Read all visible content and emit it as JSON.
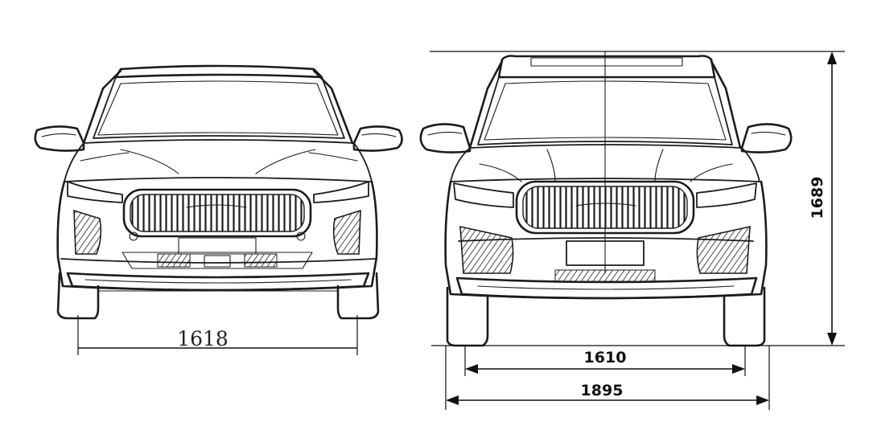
{
  "dimensions": {
    "front_track": "1618",
    "rear_track": "1610",
    "overall_width": "1895",
    "overall_height": "1689"
  },
  "colors": {
    "line": "#1c1c1c",
    "background": "#ffffff"
  }
}
